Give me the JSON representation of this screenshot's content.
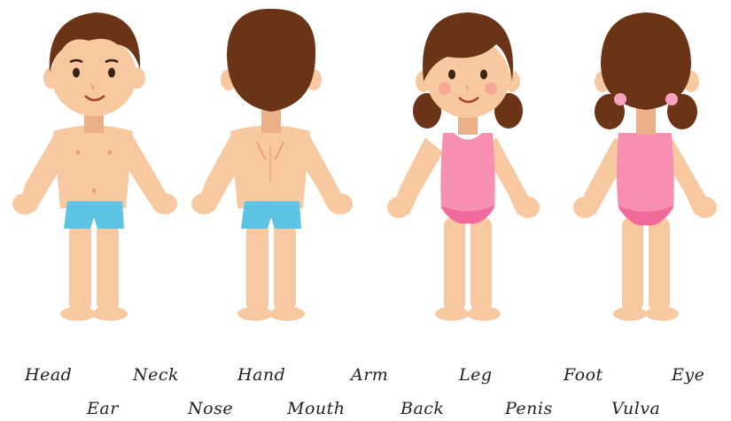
{
  "colors": {
    "skin": "#f8c9a0",
    "skin_shadow": "#ebb088",
    "hair": "#6b3416",
    "boy_shorts": "#5cc3e3",
    "girl_swimsuit": "#f78fb3",
    "girl_swimsuit_dark": "#f06a9b",
    "hair_tie": "#f7a3c0",
    "blush": "#f59a90",
    "eyes": "#3a2214"
  },
  "figures": [
    {
      "name": "boy-front",
      "icon": "boy-front-icon"
    },
    {
      "name": "boy-back",
      "icon": "boy-back-icon"
    },
    {
      "name": "girl-front",
      "icon": "girl-front-icon"
    },
    {
      "name": "girl-back",
      "icon": "girl-back-icon"
    }
  ],
  "word_bank": {
    "row1": [
      "Head",
      "Neck",
      "Hand",
      "Arm",
      "Leg",
      "Foot",
      "Eye"
    ],
    "row2": [
      "Ear",
      "Nose",
      "Mouth",
      "Back",
      "Penis",
      "Vulva"
    ]
  }
}
